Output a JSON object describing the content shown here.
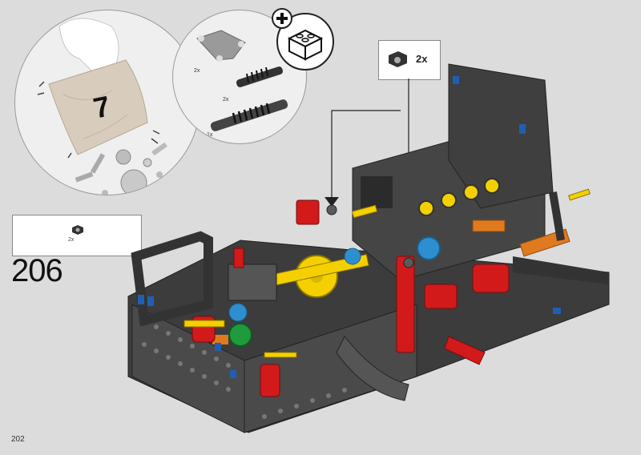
{
  "step": {
    "number": "206",
    "page_number": "202"
  },
  "bag": {
    "number": "7"
  },
  "parts": [
    {
      "qty": "2x"
    },
    {
      "qty": "2x"
    },
    {
      "qty": "1x"
    }
  ],
  "callouts": {
    "small_qty": "2x",
    "main_qty": "2x"
  },
  "colors": {
    "background": "#dcdcdc",
    "panel": "#efefef",
    "dark_grey": "#3c3c3c",
    "light_grey": "#9a9a9a",
    "yellow": "#f5d000",
    "red": "#d21a1a",
    "blue": "#1f5fb3",
    "orange": "#e07a1f",
    "green": "#1f9a3c",
    "azure": "#2e8fd0"
  }
}
